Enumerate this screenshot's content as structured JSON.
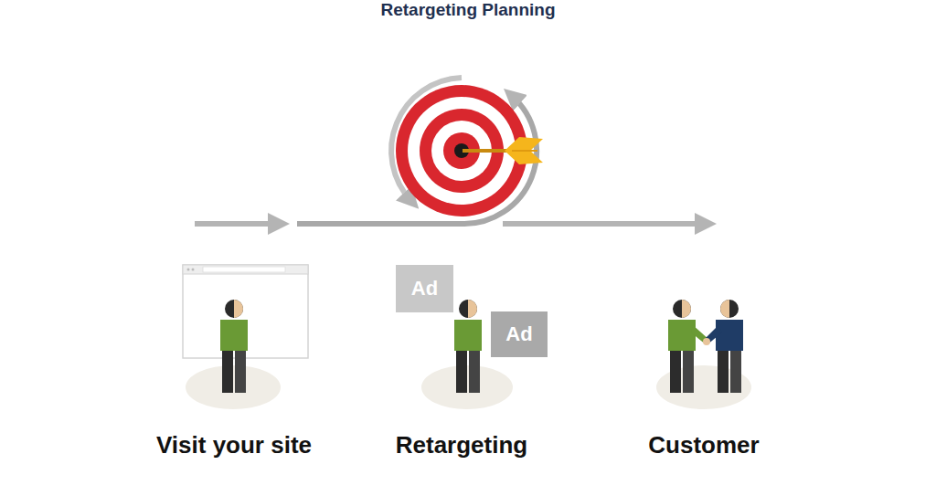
{
  "diagram": {
    "title": "Retargeting Planning",
    "nodes": [
      {
        "text": [
          "Ad"
        ]
      },
      {
        "text": [
          "Ad"
        ]
      }
    ],
    "labels": [
      "Visit your site",
      "Retargeting",
      "Customer"
    ]
  }
}
